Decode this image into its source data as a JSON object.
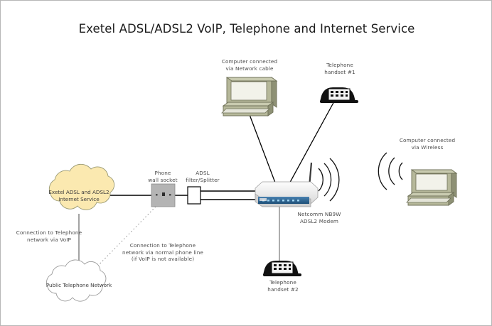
{
  "page": {
    "title": "Exetel ADSL/ADSL2 VoIP, Telephone and Internet Service",
    "background_color": "#ffffff",
    "border_color": "#b6b6b6"
  },
  "colors": {
    "cloud_fill": "#fbe9b0",
    "cloud_stroke": "#8f8f6a",
    "phone_cloud_fill": "#ffffff",
    "phone_cloud_stroke": "#9a9a9a",
    "link_black": "#000000",
    "link_grey": "#999999",
    "socket_fill": "#b0b0b0",
    "socket_stroke": "#7a7a7a",
    "splitter_fill": "#ffffff",
    "splitter_stroke": "#000000",
    "modem_top": "#f2f2f2",
    "modem_panel": "#2e5f8a",
    "computer_body": "#b6b89a",
    "computer_shade": "#8e9175",
    "text_color": "#4a4a4a"
  },
  "nodes": {
    "internet_cloud": {
      "label": "Exetel ADSL and ADSL2\nInternet Service",
      "type": "cloud"
    },
    "telephone_cloud": {
      "label": "Public Telephone Network",
      "type": "cloud"
    },
    "wall_socket": {
      "label": "Phone\nwall socket",
      "type": "socket"
    },
    "splitter": {
      "label": "ADSL\nfilter/Splitter",
      "type": "filter"
    },
    "modem": {
      "label": "Netcomm NB9W\nADSL2 Modem",
      "type": "router"
    },
    "computer_wired": {
      "label": "Computer connected\nvia Network cable",
      "type": "desktop-computer"
    },
    "computer_wireless": {
      "label": "Computer connected\nvia Wireless",
      "type": "desktop-computer"
    },
    "phone_1": {
      "label": "Telephone\nhandset #1",
      "type": "telephone"
    },
    "phone_2": {
      "label": "Telephone\nhandset #2",
      "type": "telephone"
    }
  },
  "connection_labels": {
    "voip": "Connection to Telephone\nnetwork via VoIP",
    "normal_line": "Connection to Telephone\nnetwork via normal phone line\n(if VoIP is not available)"
  }
}
